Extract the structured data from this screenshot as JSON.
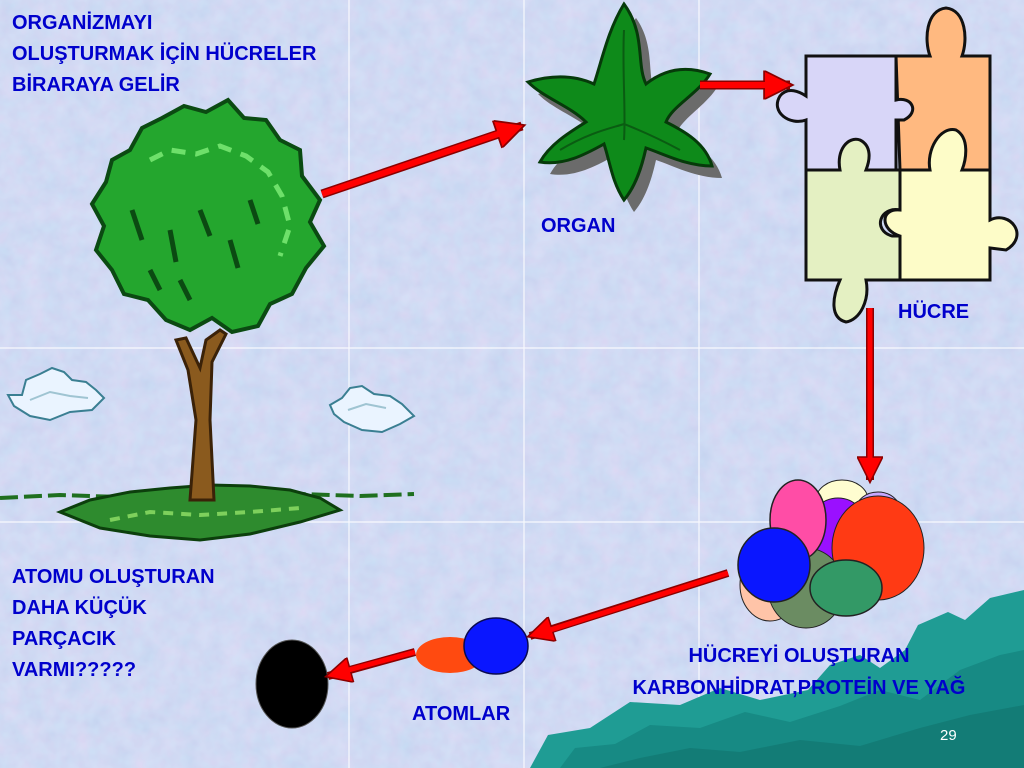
{
  "slide": {
    "title_lines": [
      "ORGANİZMAYI",
      "OLUŞTURMAK İÇİN HÜCRELER",
      "BİRARAYA GELİR"
    ],
    "labels": {
      "organ": "ORGAN",
      "cell": "HÜCRE",
      "molecules_line1": "HÜCREYİ OLUŞTURAN",
      "molecules_line2": "KARBONHİDRAT,PROTEİN VE YAĞ",
      "atoms": "ATOMLAR",
      "question_lines": [
        "ATOMU OLUŞTURAN",
        "DAHA KÜÇÜK",
        "PARÇACIK",
        "VARMI?????"
      ]
    },
    "page_number": "29"
  },
  "colors": {
    "background": "#c6d2ef",
    "text": "#0000cc",
    "arrow": "#ff0000",
    "leaf_green": "#119a1e",
    "sea": "#1f9c94"
  },
  "icons": [
    "tree-icon",
    "cloud-icon",
    "star-plant-icon",
    "puzzle-icon",
    "molecule-cluster-icon",
    "atom-icon",
    "particle-icon"
  ]
}
